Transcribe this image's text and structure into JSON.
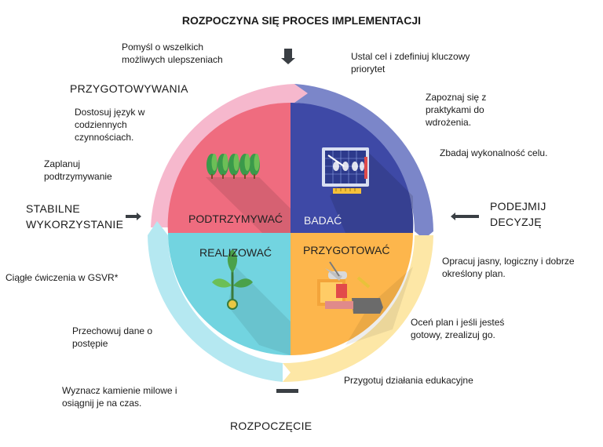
{
  "title": "ROZPOCZYNA SIĘ PROCES IMPLEMENTACJI",
  "stages": {
    "prepare_top": "PRZYGOTOWYWANIA",
    "decide": [
      "PODEJMIJ",
      "DECYZJĘ"
    ],
    "stable": [
      "STABILNE",
      "WYKORZYSTANIE"
    ],
    "start": "ROZPOCZĘCIE"
  },
  "quadrants": {
    "top_left": "PODTRZYMYWAĆ",
    "top_right": "BADAĆ",
    "bottom_left": "REALIZOWAĆ",
    "bottom_right": "PRZYGOTOWAĆ"
  },
  "notes": {
    "think": [
      "Pomyśl o wszelkich",
      "możliwych ulepszeniach"
    ],
    "goal": [
      "Ustal cel i zdefiniuj kluczowy",
      "priorytet"
    ],
    "adapt": [
      "Dostosuj język w",
      "codziennych",
      "czynnościach."
    ],
    "learn": [
      "Zapoznaj się z",
      "praktykami do",
      "wdrożenia."
    ],
    "plan_sustain": [
      "Zaplanuj",
      "podtrzymywanie"
    ],
    "feasibility": [
      "Zbadaj wykonalność celu."
    ],
    "practice": [
      "Ciągłe ćwiczenia w GSVR*"
    ],
    "develop_plan": [
      "Opracuj jasny, logiczny i dobrze",
      "określony plan."
    ],
    "store_data": [
      "Przechowuj dane o",
      "postępie"
    ],
    "evaluate": [
      "Oceń plan i jeśli jesteś",
      "gotowy, zrealizuj go."
    ],
    "milestones": [
      "Wyznacz kamienie milowe i",
      "osiągnij je na czas."
    ],
    "education": [
      "Przygotuj działania edukacyjne"
    ]
  },
  "colors": {
    "pink_ring": "#f6b8cd",
    "purple_ring": "#7b86c9",
    "yellow_ring": "#fde7a6",
    "cyan_ring": "#b5e8f1",
    "quad_tl": "#ef6c7f",
    "quad_tr": "#3e49a6",
    "quad_bl": "#72d4e0",
    "quad_br": "#fdb64c",
    "arrow": "#3a3f44"
  }
}
